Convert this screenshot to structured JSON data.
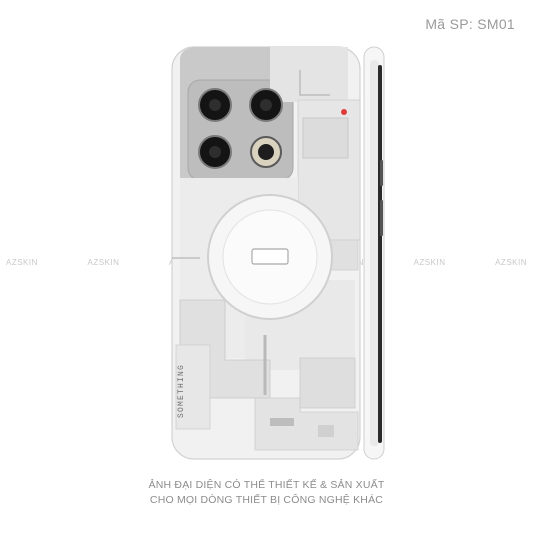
{
  "product": {
    "code_label": "Mã SP: SM01"
  },
  "watermark": {
    "text": "AZSKIN"
  },
  "skin": {
    "printed_text": "SOMETHING"
  },
  "footer": {
    "line1": "ẢNH ĐẠI DIỆN CÓ THỂ THIẾT KẾ & SẢN XUẤT",
    "line2": "CHO MỌI DÒNG THIẾT BỊ CÔNG NGHỆ KHÁC"
  },
  "colors": {
    "skin_base": "#f1f1f1",
    "skin_panel": "#e2e2e2",
    "skin_dark_panel": "#c9c9c9",
    "lens": "#141414",
    "accent_red": "#e03a3a",
    "text_gray": "#8c8c8c"
  }
}
